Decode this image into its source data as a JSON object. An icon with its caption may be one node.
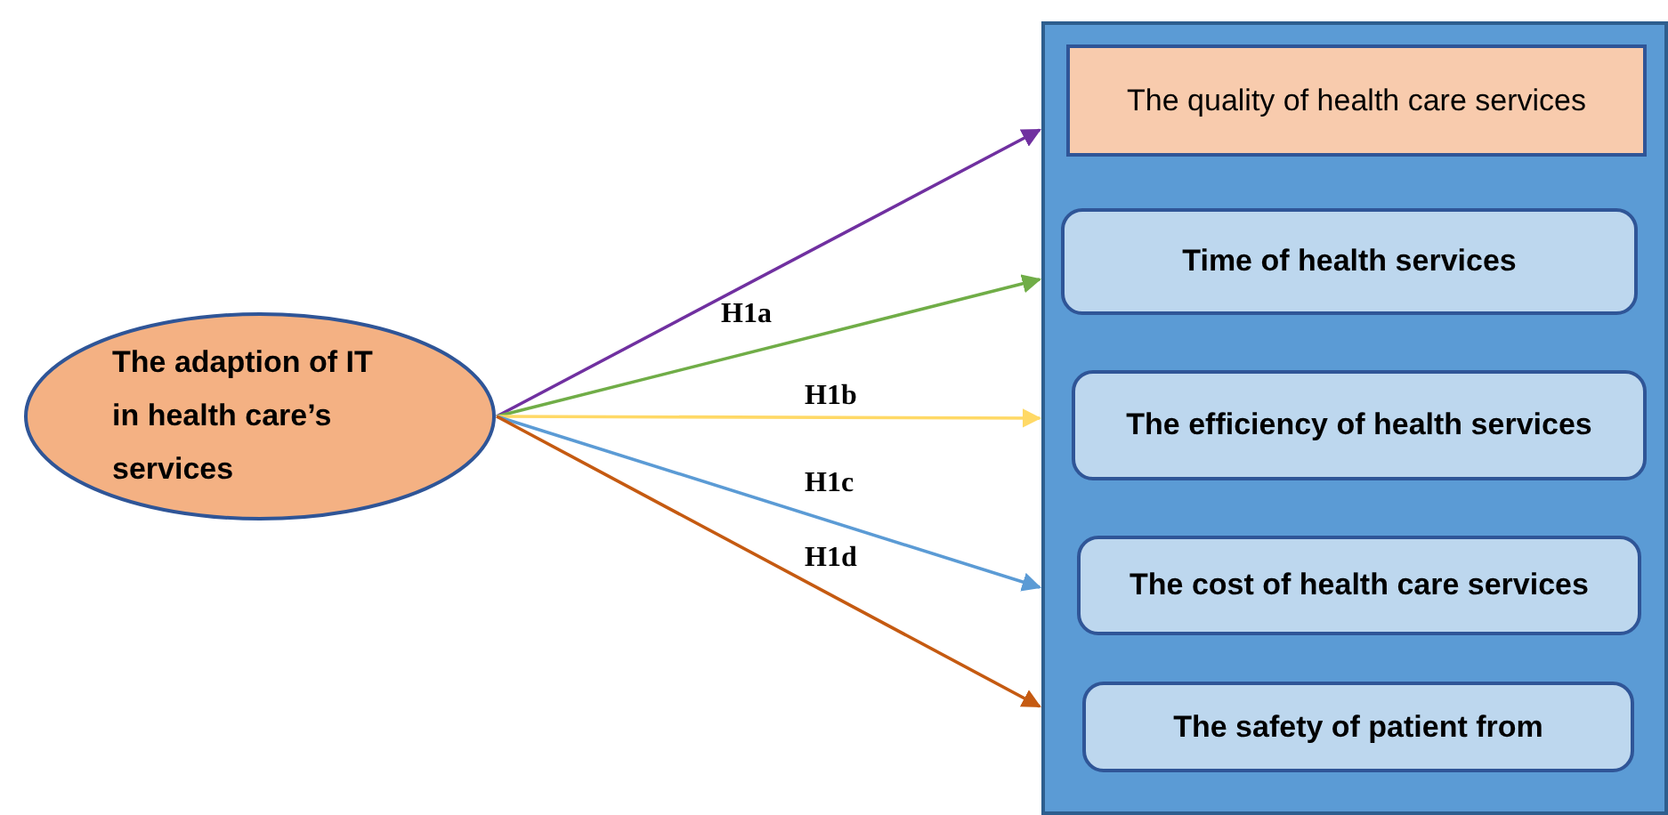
{
  "diagram": {
    "nodes": [
      {
        "text": [
          "The adaption of IT in health care’s services"
        ]
      },
      {
        "text": [],
        "shape": "box"
      },
      {
        "text": [
          "The quality of health care services"
        ],
        "in": 1
      },
      {
        "text": [
          "Time of health services"
        ],
        "in": 1
      },
      {
        "text": [
          "The efficiency of health services"
        ],
        "in": 1
      },
      {
        "text": [
          "The cost of health care services"
        ],
        "in": 1
      },
      {
        "text": [
          "The safety of patient from"
        ],
        "in": 1
      }
    ],
    "edges": [
      {
        "from": 0,
        "to": 1,
        "arrow": "to",
        "color": "#7030a0"
      },
      {
        "from": 0,
        "to": 1,
        "arrow": "to",
        "color": "#70ad47"
      },
      {
        "from": 0,
        "to": 1,
        "arrow": "to",
        "color": "#ffd966"
      },
      {
        "from": 0,
        "to": 1,
        "arrow": "to",
        "color": "#5b9bd5"
      },
      {
        "from": 0,
        "to": 1,
        "arrow": "to",
        "color": "#c55a11"
      }
    ],
    "labels": [
      "H1a",
      "H1b",
      "H1c",
      "H1d"
    ]
  }
}
